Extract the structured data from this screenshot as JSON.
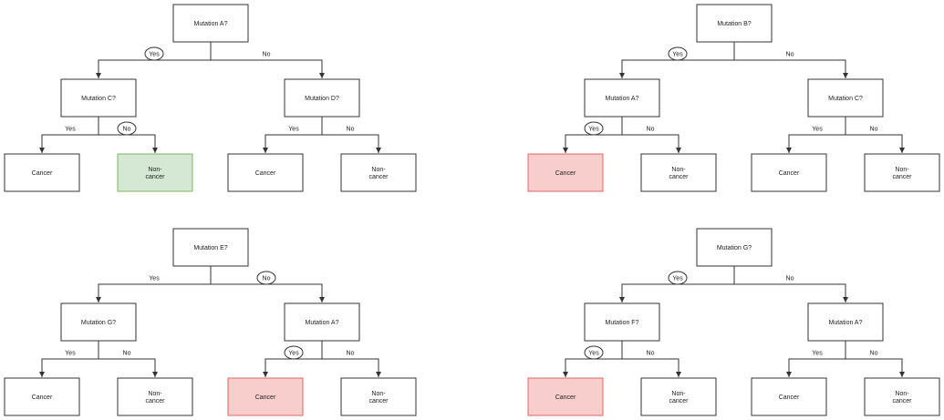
{
  "colors": {
    "stroke": "#333333",
    "text": "#222222",
    "green_fill": "#d5e8d4",
    "green_stroke": "#82b366",
    "red_fill": "#f8cecc",
    "red_stroke": "#e06666"
  },
  "trees": [
    {
      "root": "Mutation A?",
      "root_yes": "Yes",
      "root_no": "No",
      "circled": "yes",
      "left": {
        "label": "Mutation C?",
        "yes": "Yes",
        "no": "No",
        "circled": "no",
        "leaves": [
          {
            "label": "Cancer",
            "highlight": "none"
          },
          {
            "label": "Non-\ncancer",
            "highlight": "green"
          }
        ]
      },
      "right": {
        "label": "Mutation D?",
        "yes": "Yes",
        "no": "No",
        "circled": "none",
        "leaves": [
          {
            "label": "Cancer",
            "highlight": "none"
          },
          {
            "label": "Non-\ncancer",
            "highlight": "none"
          }
        ]
      }
    },
    {
      "root": "Mutation B?",
      "root_yes": "Yes",
      "root_no": "No",
      "circled": "yes",
      "left": {
        "label": "Mutation A?",
        "yes": "Yes",
        "no": "No",
        "circled": "yes",
        "leaves": [
          {
            "label": "Cancer",
            "highlight": "red"
          },
          {
            "label": "Non-\ncancer",
            "highlight": "none"
          }
        ]
      },
      "right": {
        "label": "Mutation C?",
        "yes": "Yes",
        "no": "No",
        "circled": "none",
        "leaves": [
          {
            "label": "Cancer",
            "highlight": "none"
          },
          {
            "label": "Non-\ncancer",
            "highlight": "none"
          }
        ]
      }
    },
    {
      "root": "Mutation E?",
      "root_yes": "Yes",
      "root_no": "No",
      "circled": "no",
      "left": {
        "label": "Mutation G?",
        "yes": "Yes",
        "no": "No",
        "circled": "none",
        "leaves": [
          {
            "label": "Cancer",
            "highlight": "none"
          },
          {
            "label": "Non-\ncancer",
            "highlight": "none"
          }
        ]
      },
      "right": {
        "label": "Mutation A?",
        "yes": "Yes",
        "no": "No",
        "circled": "yes",
        "leaves": [
          {
            "label": "Cancer",
            "highlight": "red"
          },
          {
            "label": "Non-\ncancer",
            "highlight": "none"
          }
        ]
      }
    },
    {
      "root": "Mutation G?",
      "root_yes": "Yes",
      "root_no": "No",
      "circled": "yes",
      "left": {
        "label": "Mutation F?",
        "yes": "Yes",
        "no": "No",
        "circled": "yes",
        "leaves": [
          {
            "label": "Cancer",
            "highlight": "red"
          },
          {
            "label": "Non-\ncancer",
            "highlight": "none"
          }
        ]
      },
      "right": {
        "label": "Mutation A?",
        "yes": "Yes",
        "no": "No",
        "circled": "none",
        "leaves": [
          {
            "label": "Cancer",
            "highlight": "none"
          },
          {
            "label": "Non-\ncancer",
            "highlight": "none"
          }
        ]
      }
    }
  ]
}
